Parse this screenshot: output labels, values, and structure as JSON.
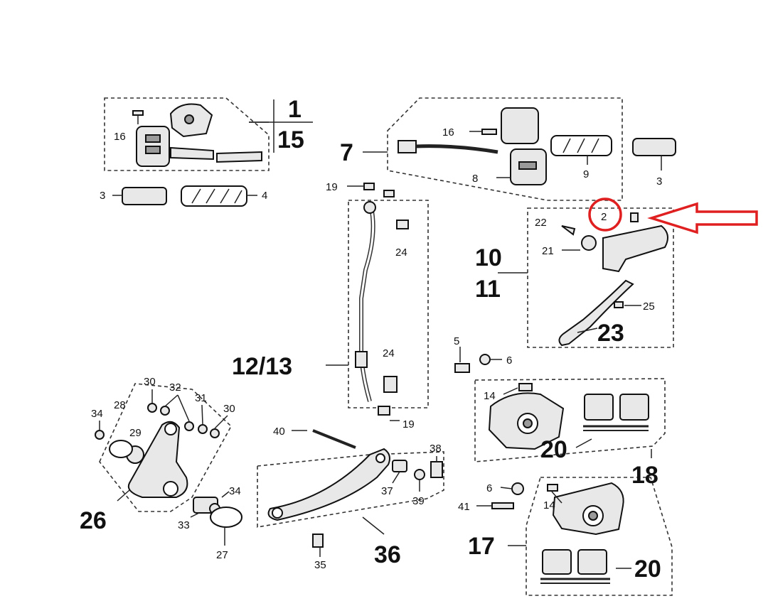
{
  "labels": {
    "l1": "1",
    "l15": "15",
    "l16a": "16",
    "l3a": "3",
    "l4": "4",
    "l7": "7",
    "l16b": "16",
    "l8": "8",
    "l9": "9",
    "l3b": "3",
    "l19a": "19",
    "l24a": "24",
    "l12_13": "12/13",
    "l24b": "24",
    "l19b": "19",
    "l2": "2",
    "l22": "22",
    "l21": "21",
    "l10": "10",
    "l11": "11",
    "l25": "25",
    "l23": "23",
    "l5": "5",
    "l6a": "6",
    "l14a": "14",
    "l20a": "20",
    "l18": "18",
    "l30a": "30",
    "l32": "32",
    "l31": "31",
    "l30b": "30",
    "l34a": "34",
    "l28": "28",
    "l29": "29",
    "l26": "26",
    "l34b": "34",
    "l33": "33",
    "l27": "27",
    "l40": "40",
    "l38": "38",
    "l37": "37",
    "l39": "39",
    "l35": "35",
    "l36": "36",
    "l6b": "6",
    "l41": "41",
    "l14b": "14",
    "l17": "17",
    "l20b": "20"
  },
  "highlight": {
    "color": "#e02020"
  }
}
